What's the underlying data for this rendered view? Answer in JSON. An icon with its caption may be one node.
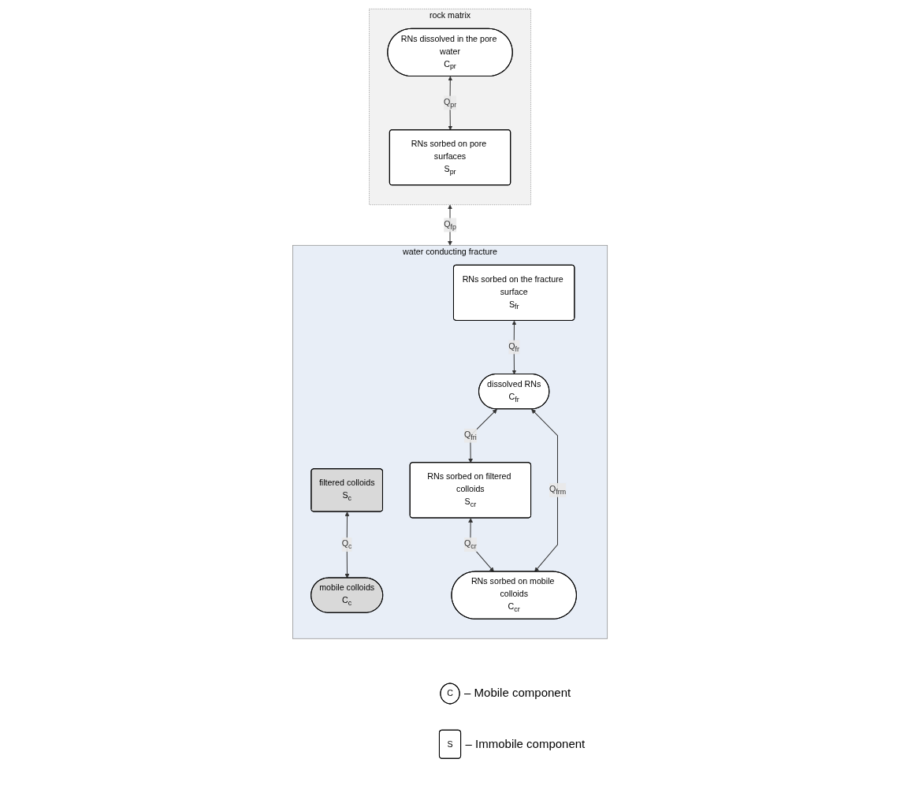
{
  "diagram": {
    "nodes": [
      {
        "text": [
          "rock matrix"
        ]
      },
      {
        "text": [
          "RNs dissolved in the pore water",
          "C$_{pr}$"
        ],
        "in": 0
      },
      {
        "text": [
          "RNs sorbed on pore surfaces",
          "S$_{pr}$"
        ],
        "in": 0
      },
      {
        "text": [
          "water conducting fracture"
        ]
      },
      {
        "text": [
          "RNs sorbed on the fracture surface",
          "S$_{fr}$"
        ],
        "in": 3
      },
      {
        "text": [
          "filtered colloids",
          "S$_{c}$"
        ],
        "in": 3
      },
      {
        "text": [
          "RNs sorbed on filtered colloids",
          "S$_{cr}$"
        ],
        "in": 3
      },
      {
        "text": [
          "mobile colloids",
          "C$_{c}$"
        ],
        "in": 3
      },
      {
        "text": [
          "dissolved RNs",
          "C$_{fr}$"
        ],
        "in": 3
      },
      {
        "text": [
          "RNs sorbed on mobile colloids",
          "C$_{cr}$"
        ],
        "in": 3
      },
      {
        "text": [
          "C"
        ],
        "beside": [
          "– Mobile component"
        ]
      },
      {
        "text": [
          "S"
        ],
        "beside": [
          "– Immobile component"
        ]
      }
    ],
    "edges": [
      {
        "from": 1,
        "to": 2,
        "arrow": "both",
        "label": "Q$_{pr}$"
      },
      {
        "from": 0,
        "to": 3,
        "arrow": "both",
        "label": "Q$_{fp}$"
      },
      {
        "from": 5,
        "to": 7,
        "arrow": "both",
        "label": "Q$_{c}$"
      },
      {
        "from": 4,
        "to": 8,
        "arrow": "both",
        "label": "Q$_{fr}$"
      },
      {
        "from": 6,
        "to": 9,
        "arrow": "both",
        "label": "Q$_{cr}$"
      },
      {
        "from": 8,
        "to": 6,
        "arrow": "both",
        "label": "Q$_{fri}$"
      },
      {
        "from": 8,
        "to": 9,
        "arrow": "both",
        "label": "Q$_{frm}$"
      }
    ]
  }
}
